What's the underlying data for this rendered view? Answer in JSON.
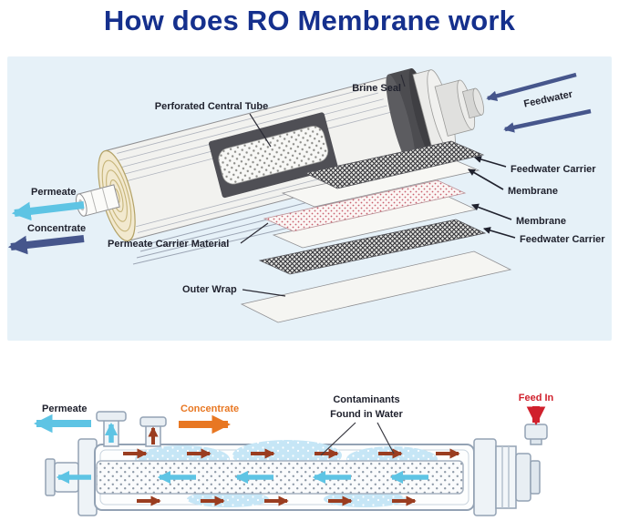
{
  "title": "How does RO Membrane work",
  "exploded_view": {
    "brine_seal": "Brine Seal",
    "feedwater": "Feedwater",
    "perforated_central_tube": "Perforated Central Tube",
    "feedwater_carrier_top": "Feedwater Carrier",
    "membrane_top": "Membrane",
    "membrane_bottom": "Membrane",
    "feedwater_carrier_bottom": "Feedwater Carrier",
    "permeate_carrier_material": "Permeate Carrier Material",
    "outer_wrap": "Outer Wrap",
    "permeate": "Permeate",
    "concentrate": "Concentrate"
  },
  "flow_view": {
    "permeate": "Permeate",
    "concentrate": "Concentrate",
    "contaminants_line1": "Contaminants",
    "contaminants_line2": "Found in Water",
    "feed_in": "Feed In"
  },
  "colors": {
    "title_blue": "#15308d",
    "panel_bg": "#e6f1f8",
    "label_text": "#20222e",
    "permeate_cyan": "#5ec4e4",
    "feed_navy": "#46568c",
    "concentrate_orange": "#e87722",
    "feed_red": "#d0202c",
    "flow_brown": "#9a3d20"
  }
}
